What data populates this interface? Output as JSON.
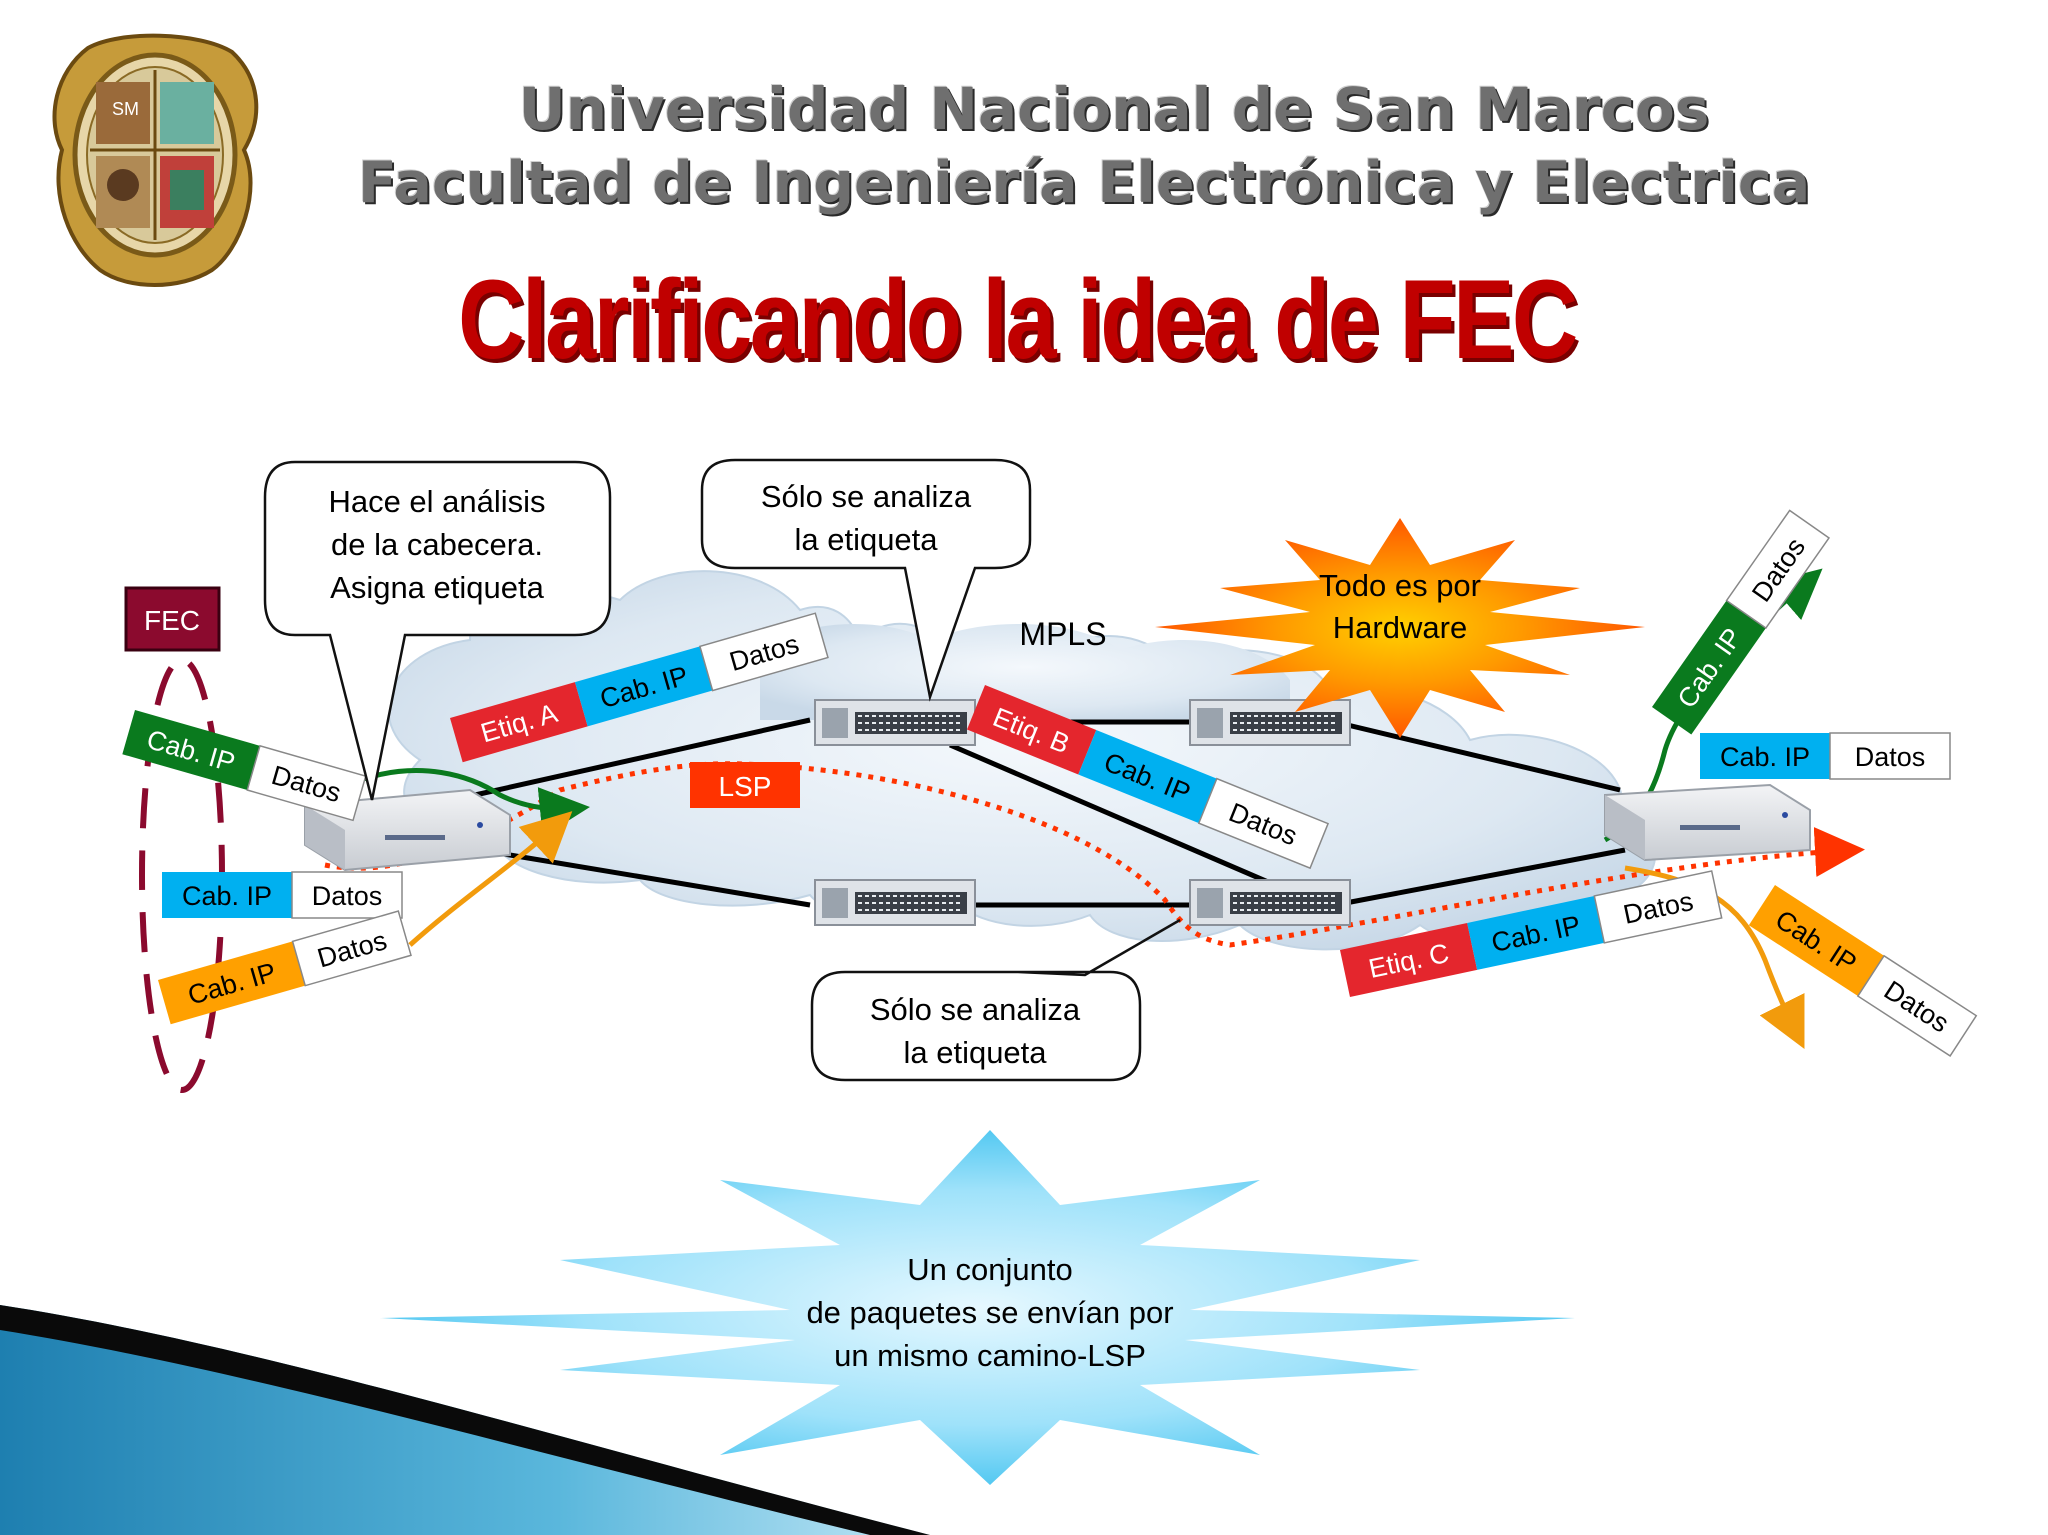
{
  "header": {
    "university": "Universidad Nacional de San Marcos",
    "faculty": "Facultad de Ingeniería Electrónica y Electrica",
    "title": "Clarificando la idea de FEC",
    "logo_text": "SM"
  },
  "labels": {
    "fec": "FEC",
    "mpls": "MPLS",
    "lsp": "LSP"
  },
  "callouts": {
    "ingress": [
      "Hace el análisis",
      "de la cabecera.",
      "Asigna etiqueta"
    ],
    "core_top": [
      "Sólo se analiza",
      "la etiqueta"
    ],
    "core_bottom": [
      "Sólo se analiza",
      "la etiqueta"
    ]
  },
  "burst_hardware": [
    "Todo es por",
    "Hardware"
  ],
  "burst_summary": [
    "Un conjunto",
    "de paquetes se envían por",
    "un mismo camino-LSP"
  ],
  "packet_text": {
    "cab_ip": "Cab. IP",
    "datos": "Datos",
    "etiq_a": "Etiq. A",
    "etiq_b": "Etiq. B",
    "etiq_c": "Etiq. C"
  },
  "colors": {
    "title_red": "#c00000",
    "fec_box": "#8b0a2e",
    "fec_ellipse": "#8b0a2e",
    "green": "#0a7a1e",
    "cyan": "#00b0f0",
    "orange": "#ffa000",
    "label_red": "#e4262d",
    "lsp_red": "#ff3300",
    "cloud": "#dce9f4",
    "burst_orange": "#ff6a00",
    "burst_blue": "#5ccdf2"
  }
}
